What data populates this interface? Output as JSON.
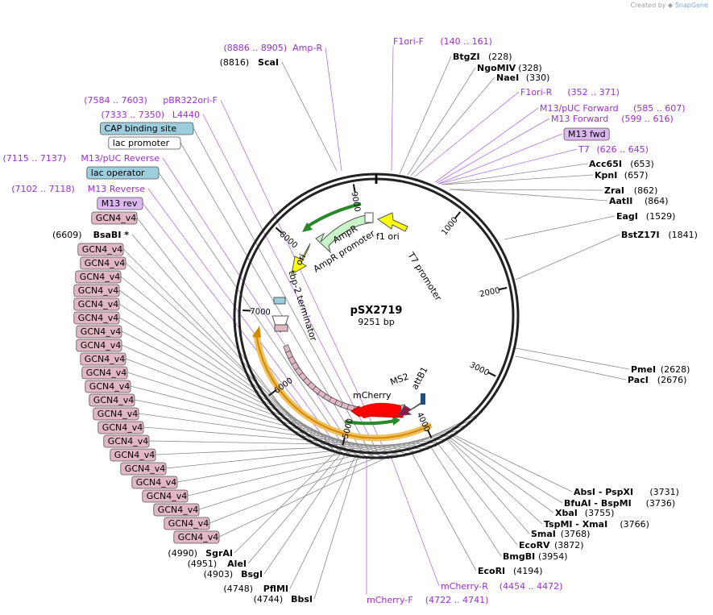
{
  "credit": {
    "prefix": "Created by",
    "brand": "SnapGene"
  },
  "plasmid": {
    "name": "pSX2719",
    "size": "9251 bp",
    "total_bp": 9251
  },
  "ticks": [
    "1000",
    "2000",
    "3000",
    "4000",
    "5000",
    "6000",
    "7000",
    "8000",
    "9000"
  ],
  "colors": {
    "site": "#000000",
    "primer": "#9b30d0",
    "gcn4": "#e2b7c4",
    "green": "#c5efc5",
    "yellow": "#ffff00",
    "orange": "#e8a000",
    "red": "#ff0000",
    "maroon": "#8b1a4a",
    "blue_label": "#9ccedd"
  },
  "features": {
    "f1_ori": "f1 ori",
    "t7_promoter": "T7 promoter",
    "ampr": "AmpR",
    "ampr_promoter": "AmpR promoter",
    "ori": "ori",
    "tbp2_terminator": "tbp-2 terminator",
    "mcherry": "mCherry",
    "ms2": "MS2",
    "attb1": "attB1"
  },
  "right_labels": [
    {
      "name": "BtgZI",
      "pos": "(228)",
      "type": "site"
    },
    {
      "name": "NgoMIV",
      "pos": "(328)",
      "type": "site"
    },
    {
      "name": "NaeI",
      "pos": "(330)",
      "type": "site"
    },
    {
      "name": "F1ori-R",
      "pos": "(352 .. 371)",
      "type": "primer"
    },
    {
      "name": "M13/pUC Forward",
      "pos": "(585 .. 607)",
      "type": "primer"
    },
    {
      "name": "M13 Forward",
      "pos": "(599 .. 616)",
      "type": "primer"
    },
    {
      "name": "M13 fwd",
      "pos": "",
      "type": "box-primer"
    },
    {
      "name": "T7",
      "pos": "(626 .. 645)",
      "type": "primer"
    },
    {
      "name": "Acc65I",
      "pos": "(653)",
      "type": "site"
    },
    {
      "name": "KpnI",
      "pos": "(657)",
      "type": "site"
    },
    {
      "name": "ZraI",
      "pos": "(862)",
      "type": "site"
    },
    {
      "name": "AatII",
      "pos": "(864)",
      "type": "site"
    },
    {
      "name": "EagI",
      "pos": "(1529)",
      "type": "site"
    },
    {
      "name": "BstZ17I",
      "pos": "(1841)",
      "type": "site"
    },
    {
      "name": "PmeI",
      "pos": "(2628)",
      "type": "site"
    },
    {
      "name": "PacI",
      "pos": "(2676)",
      "type": "site"
    },
    {
      "name": "AbsI - PspXI",
      "pos": "(3731)",
      "type": "site"
    },
    {
      "name": "BfuAI - BspMI",
      "pos": "(3736)",
      "type": "site"
    },
    {
      "name": "XbaI",
      "pos": "(3755)",
      "type": "site"
    },
    {
      "name": "TspMI - XmaI",
      "pos": "(3766)",
      "type": "site"
    },
    {
      "name": "SmaI",
      "pos": "(3768)",
      "type": "site"
    },
    {
      "name": "EcoRV",
      "pos": "(3872)",
      "type": "site"
    },
    {
      "name": "BmgBI",
      "pos": "(3954)",
      "type": "site"
    },
    {
      "name": "EcoRI",
      "pos": "(4194)",
      "type": "site"
    },
    {
      "name": "mCherry-R",
      "pos": "(4454 .. 4472)",
      "type": "primer"
    }
  ],
  "top_labels": [
    {
      "name": "Amp-R",
      "pos": "(8886 .. 8905)",
      "type": "primer"
    },
    {
      "name": "ScaI",
      "pos": "(8816)",
      "type": "site"
    },
    {
      "name": "F1ori-F",
      "pos": "(140 .. 161)",
      "type": "primer"
    }
  ],
  "left_labels": [
    {
      "name": "pBR322ori-F",
      "pos": "(7584 .. 7603)",
      "type": "primer"
    },
    {
      "name": "L4440",
      "pos": "(7333 .. 7350)",
      "type": "primer"
    },
    {
      "name": "CAP binding site",
      "pos": "",
      "type": "box-blue"
    },
    {
      "name": "lac promoter",
      "pos": "",
      "type": "box-white"
    },
    {
      "name": "M13/pUC Reverse",
      "pos": "(7115 .. 7137)",
      "type": "primer"
    },
    {
      "name": "lac operator",
      "pos": "",
      "type": "box-blue"
    },
    {
      "name": "M13 Reverse",
      "pos": "(7102 .. 7118)",
      "type": "primer"
    },
    {
      "name": "M13 rev",
      "pos": "",
      "type": "box-primer"
    },
    {
      "name": "GCN4_v4",
      "pos": "",
      "type": "box-gcn4"
    },
    {
      "name": "BsaBI *",
      "pos": "(6609)",
      "type": "site"
    },
    {
      "name": "GCN4_v4",
      "pos": "",
      "type": "box-gcn4"
    },
    {
      "name": "GCN4_v4",
      "pos": "",
      "type": "box-gcn4"
    },
    {
      "name": "GCN4_v4",
      "pos": "",
      "type": "box-gcn4"
    },
    {
      "name": "GCN4_v4",
      "pos": "",
      "type": "box-gcn4"
    },
    {
      "name": "GCN4_v4",
      "pos": "",
      "type": "box-gcn4"
    },
    {
      "name": "GCN4_v4",
      "pos": "",
      "type": "box-gcn4"
    },
    {
      "name": "GCN4_v4",
      "pos": "",
      "type": "box-gcn4"
    },
    {
      "name": "GCN4_v4",
      "pos": "",
      "type": "box-gcn4"
    },
    {
      "name": "GCN4_v4",
      "pos": "",
      "type": "box-gcn4"
    },
    {
      "name": "GCN4_v4",
      "pos": "",
      "type": "box-gcn4"
    },
    {
      "name": "GCN4_v4",
      "pos": "",
      "type": "box-gcn4"
    },
    {
      "name": "GCN4_v4",
      "pos": "",
      "type": "box-gcn4"
    },
    {
      "name": "GCN4_v4",
      "pos": "",
      "type": "box-gcn4"
    },
    {
      "name": "GCN4_v4",
      "pos": "",
      "type": "box-gcn4"
    },
    {
      "name": "GCN4_v4",
      "pos": "",
      "type": "box-gcn4"
    },
    {
      "name": "GCN4_v4",
      "pos": "",
      "type": "box-gcn4"
    },
    {
      "name": "GCN4_v4",
      "pos": "",
      "type": "box-gcn4"
    },
    {
      "name": "GCN4_v4",
      "pos": "",
      "type": "box-gcn4"
    },
    {
      "name": "GCN4_v4",
      "pos": "",
      "type": "box-gcn4"
    },
    {
      "name": "GCN4_v4",
      "pos": "",
      "type": "box-gcn4"
    },
    {
      "name": "GCN4_v4",
      "pos": "",
      "type": "box-gcn4"
    },
    {
      "name": "GCN4_v4",
      "pos": "",
      "type": "box-gcn4"
    }
  ],
  "bottom_labels": [
    {
      "name": "SgrAI",
      "pos": "(4990)",
      "type": "site"
    },
    {
      "name": "AleI",
      "pos": "(4951)",
      "type": "site"
    },
    {
      "name": "BsgI",
      "pos": "(4903)",
      "type": "site"
    },
    {
      "name": "PflMI",
      "pos": "(4748)",
      "type": "site"
    },
    {
      "name": "BbsI",
      "pos": "(4744)",
      "type": "site"
    },
    {
      "name": "mCherry-F",
      "pos": "(4722 .. 4741)",
      "type": "primer"
    }
  ]
}
